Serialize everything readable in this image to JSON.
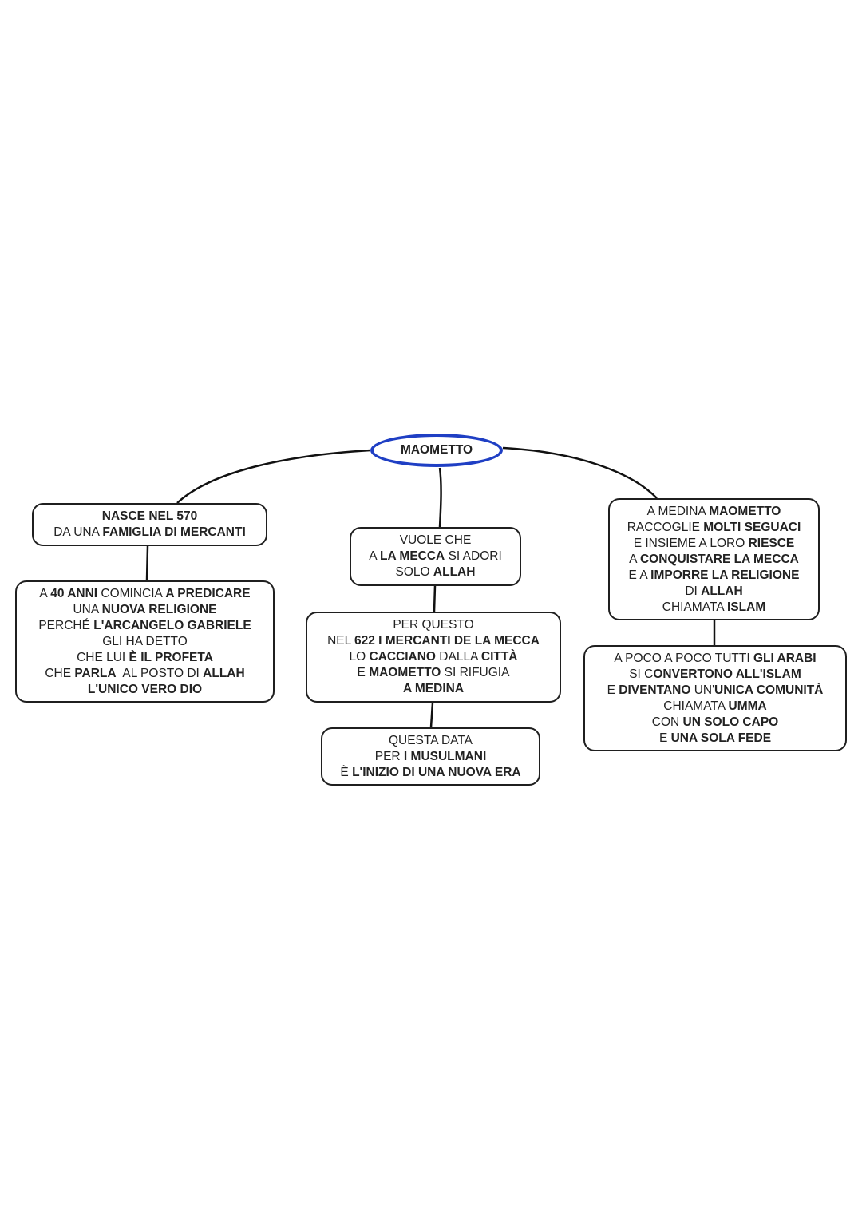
{
  "root": {
    "label": "MAOMETTO",
    "border_color": "#1f3fc4"
  },
  "nodes": [
    {
      "id": "birth",
      "lines": [
        [
          {
            "t": "NASCE NEL 570",
            "b": true
          }
        ],
        [
          {
            "t": "DA UNA "
          },
          {
            "t": "FAMIGLIA DI MERCANTI",
            "b": true
          }
        ]
      ]
    },
    {
      "id": "preaching",
      "lines": [
        [
          {
            "t": "A "
          },
          {
            "t": "40 ANNI",
            "b": true
          },
          {
            "t": " COMINCIA "
          },
          {
            "t": "A PREDICARE",
            "b": true
          }
        ],
        [
          {
            "t": "UNA "
          },
          {
            "t": "NUOVA RELIGIONE",
            "b": true
          }
        ],
        [
          {
            "t": "PERCHÉ "
          },
          {
            "t": "L'ARCANGELO GABRIELE",
            "b": true
          }
        ],
        [
          {
            "t": "GLI HA DETTO"
          }
        ],
        [
          {
            "t": "CHE LUI "
          },
          {
            "t": "È IL PROFETA",
            "b": true
          }
        ],
        [
          {
            "t": "CHE "
          },
          {
            "t": "PARLA",
            "b": true
          },
          {
            "t": "  AL POSTO DI "
          },
          {
            "t": "ALLAH",
            "b": true
          }
        ],
        [
          {
            "t": "L'UNICO VERO DIO",
            "b": true
          }
        ]
      ]
    },
    {
      "id": "mecca-wish",
      "lines": [
        [
          {
            "t": "VUOLE CHE"
          }
        ],
        [
          {
            "t": "A "
          },
          {
            "t": "LA MECCA",
            "b": true
          },
          {
            "t": " SI ADORI"
          }
        ],
        [
          {
            "t": "SOLO "
          },
          {
            "t": "ALLAH",
            "b": true
          }
        ]
      ]
    },
    {
      "id": "exile",
      "lines": [
        [
          {
            "t": "PER QUESTO"
          }
        ],
        [
          {
            "t": "NEL "
          },
          {
            "t": "622 I MERCANTI DE LA MECCA",
            "b": true
          }
        ],
        [
          {
            "t": "LO "
          },
          {
            "t": "CACCIANO",
            "b": true
          },
          {
            "t": " DALLA "
          },
          {
            "t": "CITTÀ",
            "b": true
          }
        ],
        [
          {
            "t": "E "
          },
          {
            "t": "MAOMETTO",
            "b": true
          },
          {
            "t": " SI RIFUGIA"
          }
        ],
        [
          {
            "t": "A MEDINA",
            "b": true
          }
        ]
      ]
    },
    {
      "id": "new-era",
      "lines": [
        [
          {
            "t": "QUESTA DATA"
          }
        ],
        [
          {
            "t": "PER "
          },
          {
            "t": "I MUSULMANI",
            "b": true
          }
        ],
        [
          {
            "t": "È "
          },
          {
            "t": "L'INIZIO DI UNA NUOVA ERA",
            "b": true
          }
        ]
      ]
    },
    {
      "id": "medina",
      "lines": [
        [
          {
            "t": "A MEDINA "
          },
          {
            "t": "MAOMETTO",
            "b": true
          }
        ],
        [
          {
            "t": "RACCOGLIE "
          },
          {
            "t": "MOLTI SEGUACI",
            "b": true
          }
        ],
        [
          {
            "t": "E INSIEME A LORO "
          },
          {
            "t": "RIESCE",
            "b": true
          }
        ],
        [
          {
            "t": "A "
          },
          {
            "t": "CONQUISTARE LA MECCA",
            "b": true
          }
        ],
        [
          {
            "t": "E A "
          },
          {
            "t": "IMPORRE LA RELIGIONE",
            "b": true
          }
        ],
        [
          {
            "t": "DI "
          },
          {
            "t": "ALLAH",
            "b": true
          }
        ],
        [
          {
            "t": "CHIAMATA "
          },
          {
            "t": "ISLAM",
            "b": true
          }
        ]
      ]
    },
    {
      "id": "umma",
      "lines": [
        [
          {
            "t": "A POCO A POCO TUTTI "
          },
          {
            "t": "GLI ARABI",
            "b": true
          }
        ],
        [
          {
            "t": "SI C"
          },
          {
            "t": "ONVERTONO ALL'ISLAM",
            "b": true
          }
        ],
        [
          {
            "t": "E "
          },
          {
            "t": "DIVENTANO",
            "b": true
          },
          {
            "t": " UN'"
          },
          {
            "t": "UNICA COMUNITÀ",
            "b": true
          }
        ],
        [
          {
            "t": "CHIAMATA "
          },
          {
            "t": "UMMA",
            "b": true
          }
        ],
        [
          {
            "t": "CON "
          },
          {
            "t": "UN SOLO CAPO",
            "b": true
          }
        ],
        [
          {
            "t": "E "
          },
          {
            "t": "UNA SOLA FEDE",
            "b": true
          }
        ]
      ]
    }
  ]
}
